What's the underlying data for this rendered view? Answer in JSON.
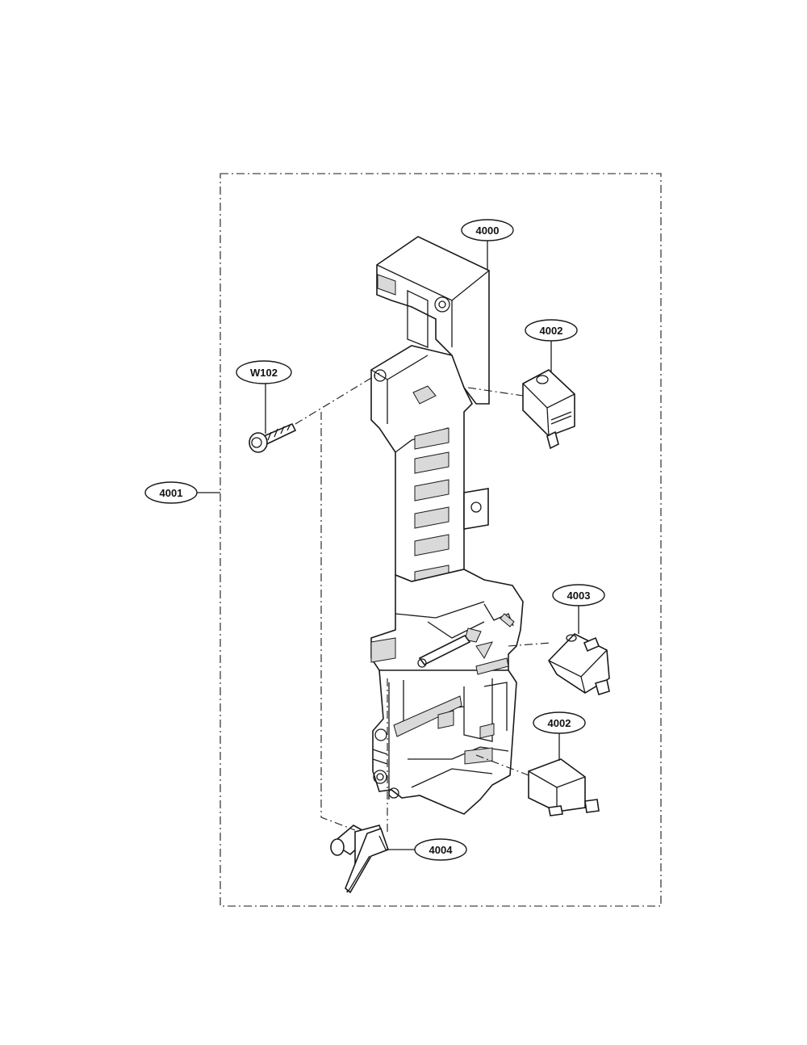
{
  "labels": {
    "frame": "4001",
    "latch_board": "4000",
    "screw": "W102",
    "switch_top": "4002",
    "switch_middle": "4003",
    "switch_bottom": "4002",
    "lever": "4004"
  }
}
